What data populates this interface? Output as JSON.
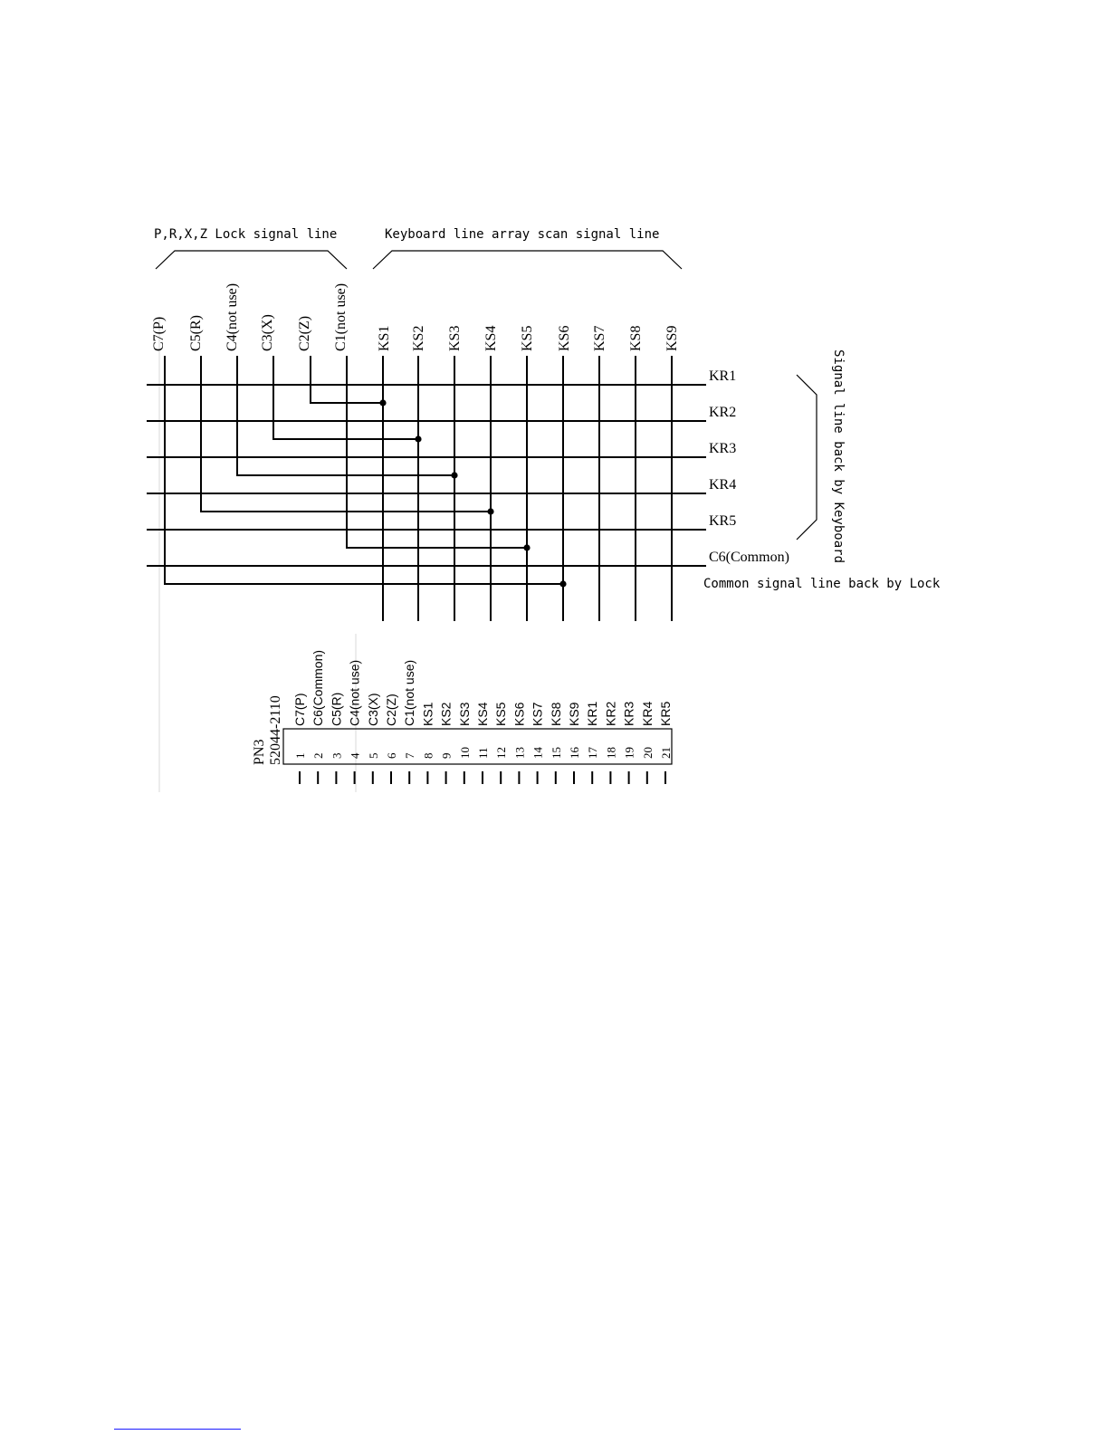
{
  "headers": {
    "lock_group": "P,R,X,Z Lock signal line",
    "scan_group": "Keyboard line array scan signal line"
  },
  "lock_columns": [
    "C7(P)",
    "C5(R)",
    "C4(not use)",
    "C3(X)",
    "C2(Z)",
    "C1(not use)"
  ],
  "scan_columns": [
    "KS1",
    "KS2",
    "KS3",
    "KS4",
    "KS5",
    "KS6",
    "KS7",
    "KS8",
    "KS9"
  ],
  "row_labels": [
    "KR1",
    "KR2",
    "KR3",
    "KR4",
    "KR5",
    "C6(Common)"
  ],
  "side_label": "Signal line back by Keyboard",
  "common_note": "Common signal line back by Lock",
  "connector": {
    "name": "PN3",
    "part_number": "52044-2110",
    "pins": [
      {
        "num": "1",
        "label": "C7(P)"
      },
      {
        "num": "2",
        "label": "C6(Common)"
      },
      {
        "num": "3",
        "label": "C5(R)"
      },
      {
        "num": "4",
        "label": "C4(not use)"
      },
      {
        "num": "5",
        "label": "C3(X)"
      },
      {
        "num": "6",
        "label": "C2(Z)"
      },
      {
        "num": "7",
        "label": "C1(not use)"
      },
      {
        "num": "8",
        "label": "KS1"
      },
      {
        "num": "9",
        "label": "KS2"
      },
      {
        "num": "10",
        "label": "KS3"
      },
      {
        "num": "11",
        "label": "KS4"
      },
      {
        "num": "12",
        "label": "KS5"
      },
      {
        "num": "13",
        "label": "KS6"
      },
      {
        "num": "14",
        "label": "KS7"
      },
      {
        "num": "15",
        "label": "KS8"
      },
      {
        "num": "16",
        "label": "KS9"
      },
      {
        "num": "17",
        "label": "KR1"
      },
      {
        "num": "18",
        "label": "KR2"
      },
      {
        "num": "19",
        "label": "KR3"
      },
      {
        "num": "20",
        "label": "KR4"
      },
      {
        "num": "21",
        "label": "KR5"
      }
    ]
  }
}
